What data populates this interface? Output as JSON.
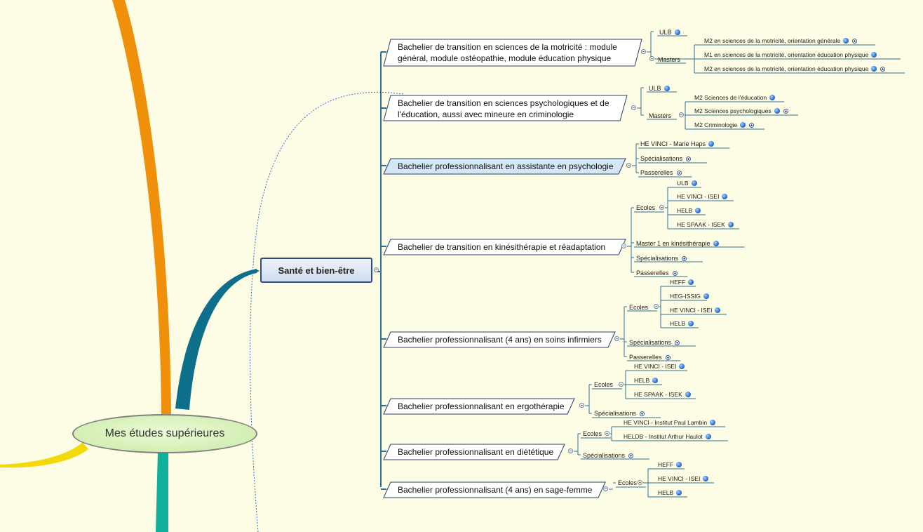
{
  "root": {
    "label": "Mes études supérieures"
  },
  "topic": {
    "label": "Santé et bien-être"
  },
  "bachelors": [
    {
      "label": "Bachelier de transition en sciences de la motricité : module général, module ostéopathie, module éducation physique",
      "children": [
        {
          "label": "ULB",
          "icon": "globe-icon"
        },
        {
          "label": "Masters",
          "children": [
            {
              "label": "M2 en sciences de la motricité, orientation générale",
              "icons": [
                "globe-icon",
                "expand-icon"
              ]
            },
            {
              "label": "M1 en sciences de la motricité, orientation éducation physique",
              "icons": [
                "globe-icon"
              ]
            },
            {
              "label": "M2 en sciences de la motricité, orientation éducation physique",
              "icons": [
                "globe-icon",
                "expand-icon"
              ]
            }
          ]
        }
      ]
    },
    {
      "label": "Bachelier de transition en sciences psychologiques et de l'éducation, aussi avec mineure en criminologie",
      "children": [
        {
          "label": "ULB",
          "icon": "globe-icon"
        },
        {
          "label": "Masters",
          "children": [
            {
              "label": "M2 Sciences de l'éducation",
              "icons": [
                "globe-icon"
              ]
            },
            {
              "label": "M2 Sciences psychologiques",
              "icons": [
                "globe-icon",
                "expand-icon"
              ]
            },
            {
              "label": "M2 Criminologie",
              "icons": [
                "globe-icon",
                "expand-icon"
              ]
            }
          ]
        }
      ]
    },
    {
      "label": "Bachelier professionnalisant en assistante en psychologie",
      "selected": true,
      "children": [
        {
          "label": "HE VINCI - Marie Haps",
          "icon": "globe-icon"
        },
        {
          "label": "Spécialisations",
          "icon": "expand-icon"
        },
        {
          "label": "Passerelles",
          "icon": "expand-icon"
        }
      ]
    },
    {
      "label": "Bachelier de transition en kinésithérapie et réadaptation",
      "children": [
        {
          "label": "Ecoles",
          "children": [
            {
              "label": "ULB",
              "icons": [
                "globe-icon"
              ]
            },
            {
              "label": "HE VINCI - ISEI",
              "icons": [
                "globe-icon"
              ]
            },
            {
              "label": "HELB",
              "icons": [
                "globe-icon"
              ]
            },
            {
              "label": "HE SPAAK - ISEK",
              "icons": [
                "globe-icon"
              ]
            }
          ]
        },
        {
          "label": "Master 1 en kinésithérapie",
          "icon": "globe-icon"
        },
        {
          "label": "Spécialisations",
          "icon": "expand-icon"
        },
        {
          "label": "Passerelles",
          "icon": "expand-icon"
        }
      ]
    },
    {
      "label": "Bachelier professionnalisant (4 ans) en soins infirmiers",
      "children": [
        {
          "label": "Ecoles",
          "children": [
            {
              "label": "HEFF",
              "icons": [
                "globe-icon"
              ]
            },
            {
              "label": "HEG-ISSIG",
              "icons": [
                "globe-icon"
              ]
            },
            {
              "label": "HE VINCI - ISEI",
              "icons": [
                "globe-icon"
              ]
            },
            {
              "label": "HELB",
              "icons": [
                "globe-icon"
              ]
            }
          ]
        },
        {
          "label": "Spécialisations",
          "icon": "expand-icon"
        },
        {
          "label": "Passerelles",
          "icon": "expand-icon"
        }
      ]
    },
    {
      "label": "Bachelier professionnalisant en ergothérapie",
      "children": [
        {
          "label": "Ecoles",
          "children": [
            {
              "label": "HE VINCI - ISEI",
              "icons": [
                "globe-icon"
              ]
            },
            {
              "label": "HELB",
              "icons": [
                "globe-icon"
              ]
            },
            {
              "label": "HE SPAAK - ISEK",
              "icons": [
                "globe-icon"
              ]
            }
          ]
        },
        {
          "label": "Spécialisations",
          "icon": "expand-icon"
        }
      ]
    },
    {
      "label": "Bachelier professionnalisant en diététique",
      "children": [
        {
          "label": "Ecoles",
          "children": [
            {
              "label": "HE VINCI - Institut Paul Lambin",
              "icons": [
                "globe-icon"
              ]
            },
            {
              "label": "HELDB - Institut Arthur Haulot",
              "icons": [
                "globe-icon"
              ]
            }
          ]
        },
        {
          "label": "Spécialisations",
          "icon": "expand-icon"
        }
      ]
    },
    {
      "label": "Bachelier professionnalisant (4 ans) en sage-femme",
      "children": [
        {
          "label": "Ecoles",
          "children": [
            {
              "label": "HEFF",
              "icons": [
                "globe-icon"
              ]
            },
            {
              "label": "HE VINCI - ISEI",
              "icons": [
                "globe-icon"
              ]
            },
            {
              "label": "HELB",
              "icons": [
                "globe-icon"
              ]
            }
          ]
        }
      ]
    }
  ],
  "colors": {
    "background": "#fdfce5",
    "branch_orange": "#f0900a",
    "branch_teal_dark": "#0d6f8a",
    "branch_teal": "#0fb09a",
    "branch_yellow": "#f3d80a",
    "connector": "#2d6f95",
    "relationship_line": "#3a6fd0"
  }
}
